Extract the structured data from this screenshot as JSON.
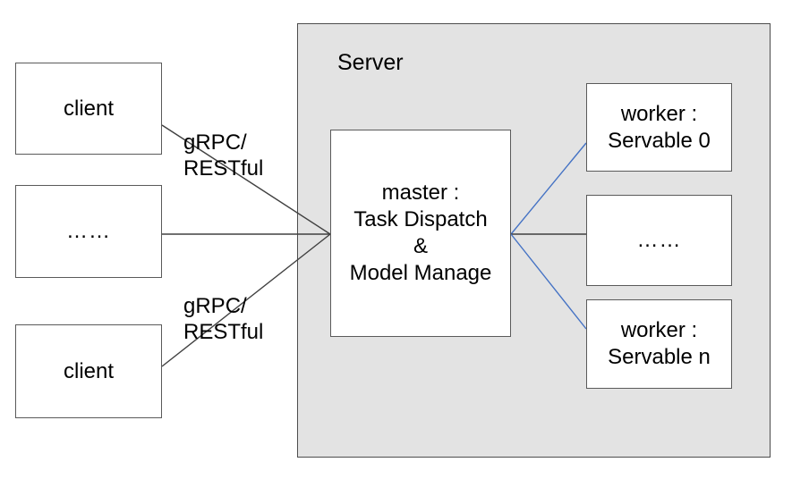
{
  "diagram": {
    "title": "Server architecture: clients connect to master which dispatches to workers",
    "background_color": "#ffffff",
    "server_fill_color": "#e3e3e3",
    "box_border_color": "#5a5a5a",
    "connector_dark_color": "#404040",
    "connector_blue_color": "#4472c4"
  },
  "clients": [
    {
      "id": "client-top",
      "label": "client"
    },
    {
      "id": "client-middle",
      "label": "……"
    },
    {
      "id": "client-bottom",
      "label": "client"
    }
  ],
  "server": {
    "title": "Server",
    "master": {
      "label": "master :\nTask Dispatch\n&\nModel Manage"
    },
    "workers": [
      {
        "id": "worker-0",
        "label": "worker :\nServable 0"
      },
      {
        "id": "worker-middle",
        "label": "……"
      },
      {
        "id": "worker-n",
        "label": "worker :\nServable n"
      }
    ]
  },
  "edge_labels": [
    {
      "id": "label-grpc-top",
      "text": "gRPC/\nRESTful"
    },
    {
      "id": "label-grpc-bottom",
      "text": "gRPC/\nRESTful"
    }
  ]
}
